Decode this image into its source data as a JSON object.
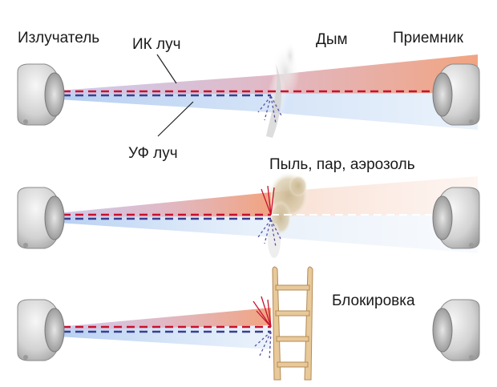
{
  "labels": {
    "emitter": "Излучатель",
    "ir_beam": "ИК луч",
    "smoke": "Дым",
    "receiver": "Приемник",
    "uv_beam": "УФ луч",
    "dust": "Пыль, пар, аэрозоль",
    "blocking": "Блокировка"
  },
  "colors": {
    "ir": "#e8845f",
    "uv": "#7fb2e8",
    "ir_dash": "#c8102e",
    "uv_dash": "#3a3f8f",
    "device": "#d9d9d9",
    "ladder": "#e8c99a"
  }
}
